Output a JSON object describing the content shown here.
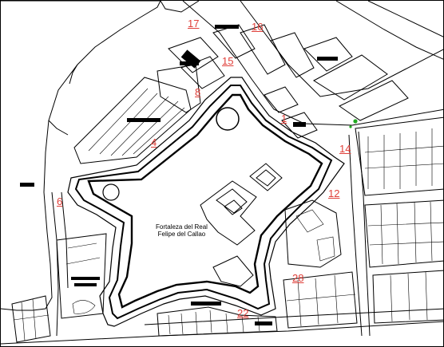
{
  "map": {
    "title_lines": [
      "Fortaleza del Real",
      "Felipe del Callao"
    ],
    "labels": [
      "17",
      "16",
      "15",
      "8",
      "1",
      "4",
      "14",
      "6",
      "12",
      "28",
      "22"
    ],
    "colors": {
      "label": "#e0403a",
      "line": "#000000",
      "background": "#ffffff",
      "marker": "#22aa22"
    }
  }
}
